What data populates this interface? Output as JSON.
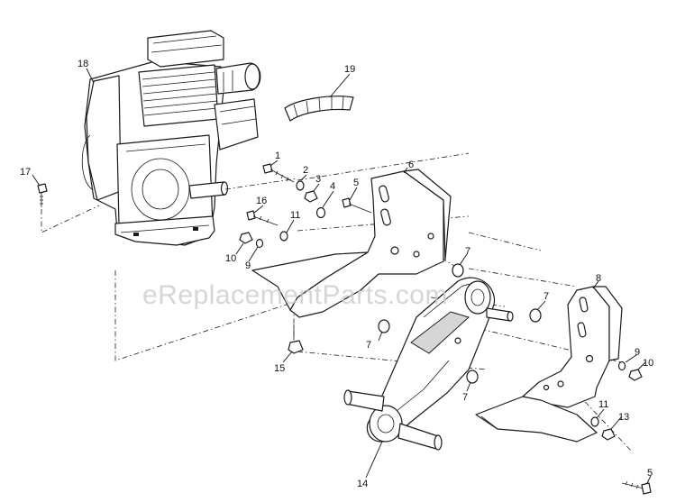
{
  "watermark": "eReplacementParts.com",
  "callouts": [
    {
      "id": "c1",
      "text": "1"
    },
    {
      "id": "c2",
      "text": "2"
    },
    {
      "id": "c3",
      "text": "3"
    },
    {
      "id": "c4",
      "text": "4"
    },
    {
      "id": "c5a",
      "text": "5"
    },
    {
      "id": "c5b",
      "text": "5"
    },
    {
      "id": "c6",
      "text": "6"
    },
    {
      "id": "c7a",
      "text": "7"
    },
    {
      "id": "c7b",
      "text": "7"
    },
    {
      "id": "c7c",
      "text": "7"
    },
    {
      "id": "c7d",
      "text": "7"
    },
    {
      "id": "c8",
      "text": "8"
    },
    {
      "id": "c9a",
      "text": "9"
    },
    {
      "id": "c9b",
      "text": "9"
    },
    {
      "id": "c10a",
      "text": "10"
    },
    {
      "id": "c10b",
      "text": "10"
    },
    {
      "id": "c11a",
      "text": "11"
    },
    {
      "id": "c11b",
      "text": "11"
    },
    {
      "id": "c13",
      "text": "13"
    },
    {
      "id": "c14",
      "text": "14"
    },
    {
      "id": "c15",
      "text": "15"
    },
    {
      "id": "c16",
      "text": "16"
    },
    {
      "id": "c17",
      "text": "17"
    },
    {
      "id": "c18",
      "text": "18"
    },
    {
      "id": "c19",
      "text": "19"
    }
  ]
}
